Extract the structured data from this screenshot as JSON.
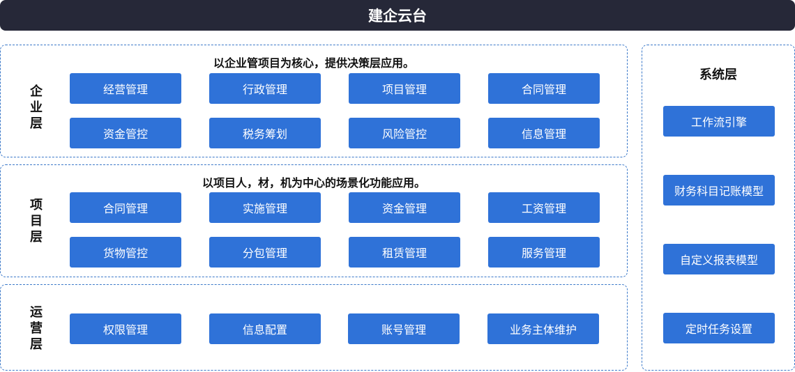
{
  "title": "建企云台",
  "layers": {
    "enterprise": {
      "name": [
        "企",
        "业",
        "层"
      ],
      "description": "以企业管项目为核心，提供决策层应用。",
      "modules": [
        "经营管理",
        "行政管理",
        "项目管理",
        "合同管理",
        "资金管控",
        "税务筹划",
        "风险管控",
        "信息管理"
      ]
    },
    "project": {
      "name": [
        "项",
        "目",
        "层"
      ],
      "description": "以项目人，材，机为中心的场景化功能应用。",
      "modules": [
        "合同管理",
        "实施管理",
        "资金管理",
        "工资管理",
        "货物管控",
        "分包管理",
        "租赁管理",
        "服务管理"
      ]
    },
    "operation": {
      "name": [
        "运",
        "营",
        "层"
      ],
      "modules": [
        "权限管理",
        "信息配置",
        "账号管理",
        "业务主体维护"
      ]
    }
  },
  "system": {
    "title": "系统层",
    "modules": [
      "工作流引擎",
      "财务科目记账模型",
      "自定义报表模型",
      "定时任务设置"
    ]
  },
  "colors": {
    "title_bar": "#262838",
    "module_button": "#2f72d8",
    "panel_border": "#3a78c9"
  }
}
